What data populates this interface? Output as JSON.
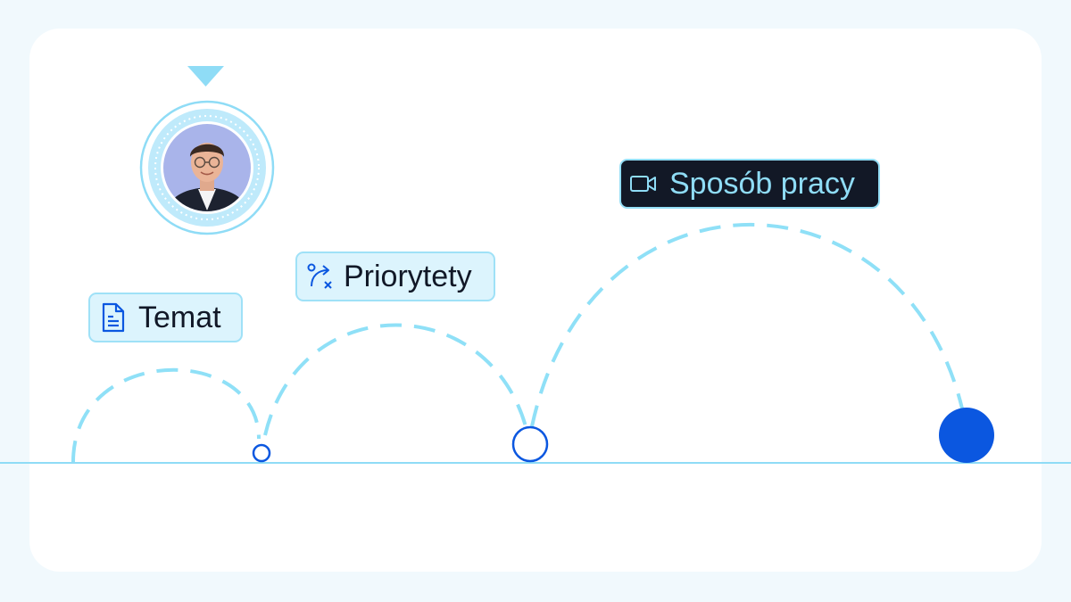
{
  "tags": {
    "temat": {
      "label": "Temat",
      "icon": "document-icon"
    },
    "priorytety": {
      "label": "Priorytety",
      "icon": "route-icon"
    },
    "sposob_pracy": {
      "label": "Sposób pracy",
      "icon": "video-camera-icon"
    }
  },
  "avatar": {
    "icon": "person-photo-avatar"
  },
  "marker": {
    "icon": "triangle-down-icon"
  },
  "colors": {
    "page_background": "#f1f9fd",
    "card_background": "#ffffff",
    "dashed_arc": "#8fe0f7",
    "baseline": "#8fdcf6",
    "primary_blue": "#0b57e0",
    "light_tag_bg": "#dcf4fd",
    "dark_tag_bg": "#121826",
    "dark_tag_text": "#8fdcf6"
  },
  "path_points": [
    {
      "name": "point-small",
      "style": "outline"
    },
    {
      "name": "point-medium",
      "style": "outline"
    },
    {
      "name": "point-large",
      "style": "filled"
    }
  ]
}
